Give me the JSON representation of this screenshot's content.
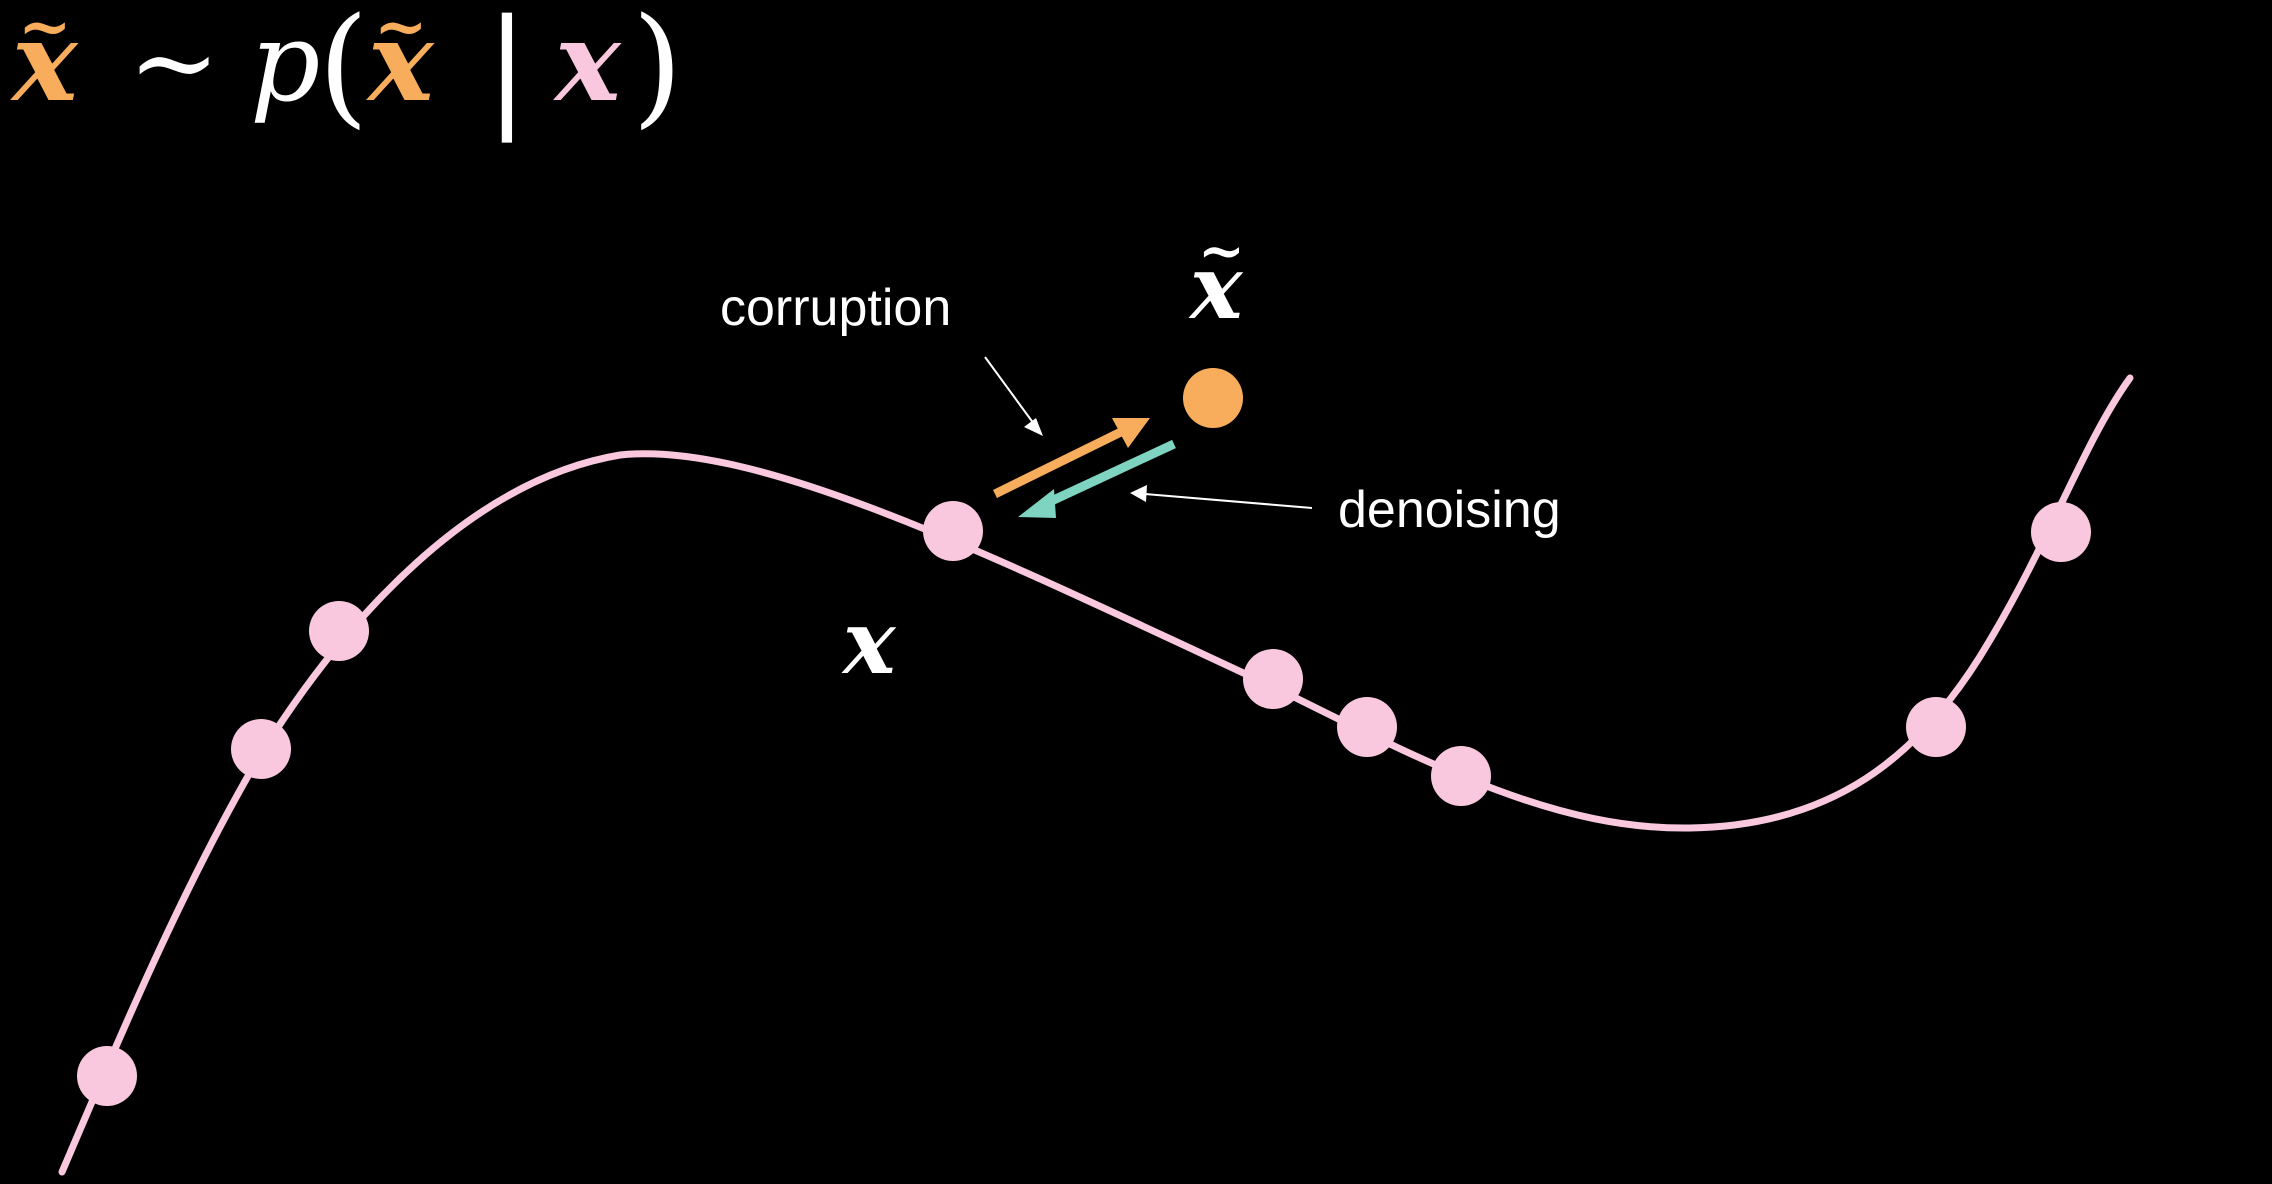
{
  "formula": {
    "x_tilde": "x",
    "tilde_mark": "~",
    "sim": "∼",
    "p": "p",
    "open_paren": "(",
    "given_bar": "|",
    "x": "x",
    "close_paren": ")"
  },
  "labels": {
    "corruption": "corruption",
    "denoising": "denoising",
    "x_tilde_symbol": "x",
    "x_tilde_mark": "~",
    "x_symbol": "x"
  },
  "colors": {
    "background": "#000000",
    "manifold": "#f9c8df",
    "data_point": "#f9c8df",
    "noisy_point": "#f8ad5c",
    "corruption_arrow": "#f8ad5c",
    "denoising_arrow": "#7fd4c1",
    "text": "#ffffff"
  }
}
